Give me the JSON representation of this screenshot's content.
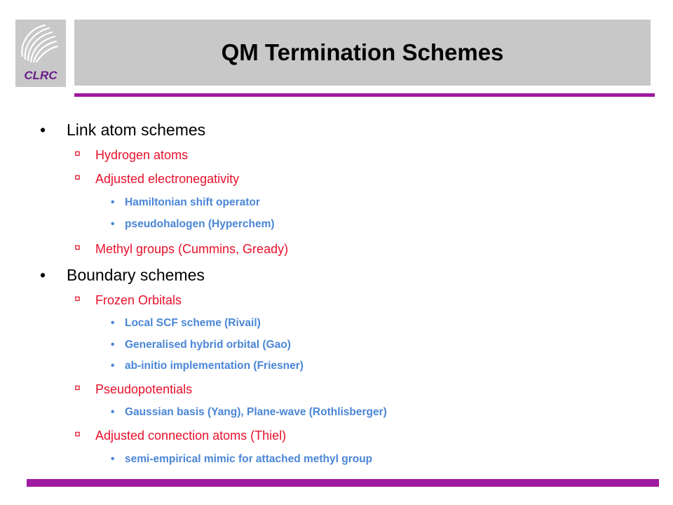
{
  "header": {
    "title": "QM Termination Schemes",
    "logo_text": "CLRC"
  },
  "colors": {
    "accent_rule": "#a01aa0",
    "level2_text": "#e8102a",
    "level3_text": "#4a86d6",
    "header_bg": "#c8c8c8"
  },
  "bullets": {
    "level1": "•",
    "level2": "¤",
    "level3": "•"
  },
  "outline": [
    {
      "text": "Link atom schemes",
      "children": [
        {
          "text": "Hydrogen atoms",
          "children": []
        },
        {
          "text": "Adjusted electronegativity",
          "children": [
            {
              "text": "Hamiltonian shift operator"
            },
            {
              "text": "pseudohalogen (Hyperchem)"
            }
          ]
        },
        {
          "text": "Methyl groups (Cummins, Gready)",
          "children": []
        }
      ]
    },
    {
      "text": "Boundary schemes",
      "children": [
        {
          "text": "Frozen Orbitals",
          "children": [
            {
              "text": "Local SCF scheme (Rivail)"
            },
            {
              "text": "Generalised hybrid orbital (Gao)"
            },
            {
              "text": "ab-initio implementation (Friesner)"
            }
          ]
        },
        {
          "text": "Pseudopotentials",
          "children": [
            {
              "text": "Gaussian basis (Yang), Plane-wave (Rothlisberger)"
            }
          ]
        },
        {
          "text": "Adjusted connection atoms (Thiel)",
          "children": [
            {
              "text": "semi-empirical mimic for attached methyl group"
            }
          ]
        }
      ]
    }
  ]
}
